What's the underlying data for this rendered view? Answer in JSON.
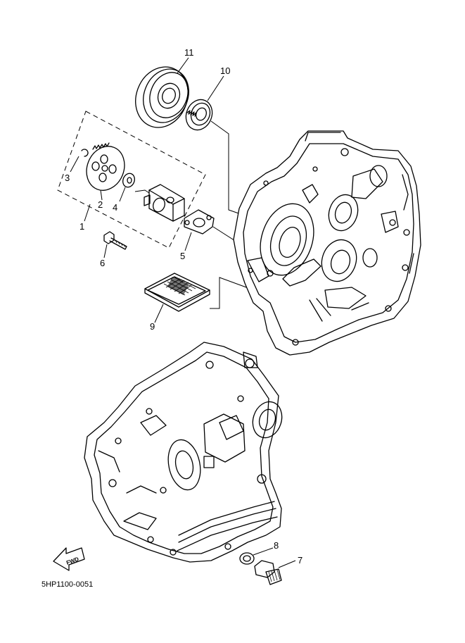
{
  "callouts": [
    {
      "id": "1",
      "text": "1"
    },
    {
      "id": "2",
      "text": "2"
    },
    {
      "id": "3",
      "text": "3"
    },
    {
      "id": "4",
      "text": "4"
    },
    {
      "id": "5",
      "text": "5"
    },
    {
      "id": "6",
      "text": "6"
    },
    {
      "id": "7",
      "text": "7"
    },
    {
      "id": "8",
      "text": "8"
    },
    {
      "id": "9",
      "text": "9"
    },
    {
      "id": "10",
      "text": "10"
    },
    {
      "id": "11",
      "text": "11"
    }
  ],
  "diagram_code": "5HP1100-0051",
  "fwd_arrow_text": "FWD"
}
